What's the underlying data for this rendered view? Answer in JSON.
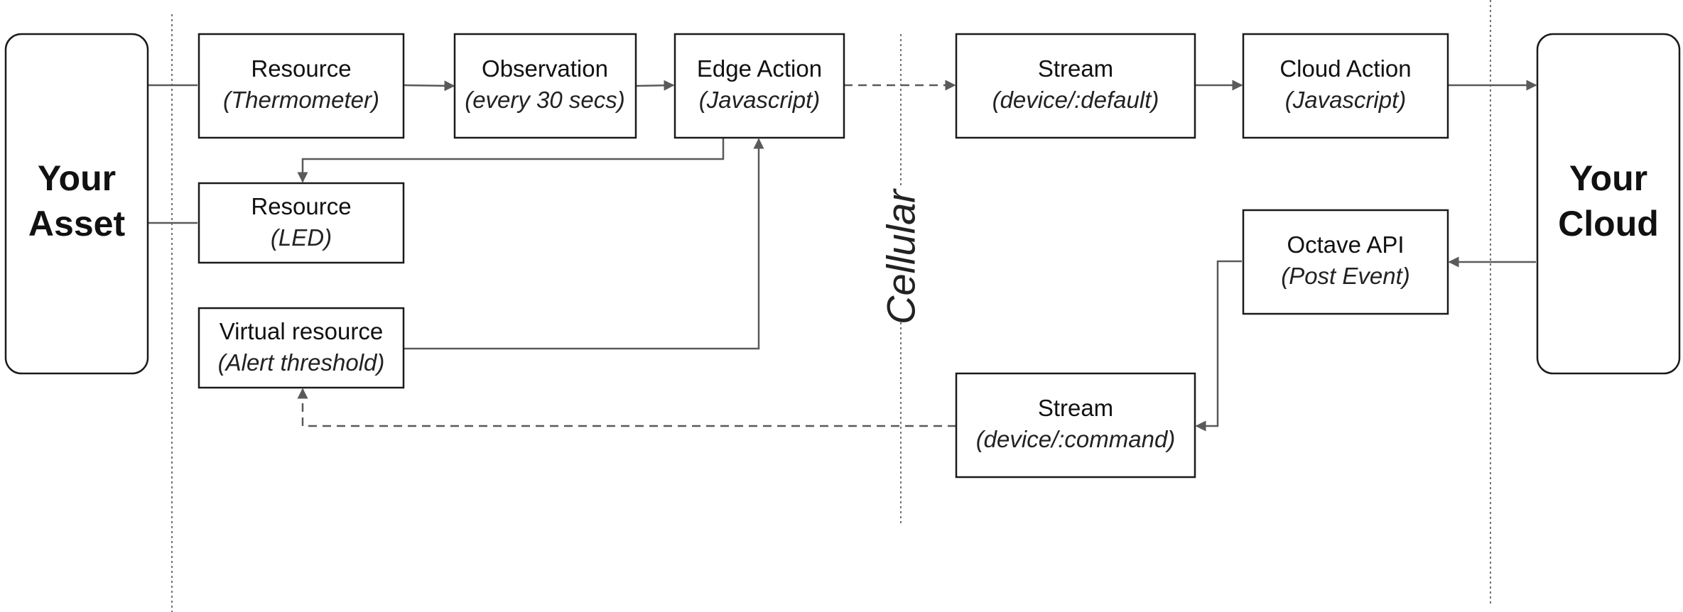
{
  "diagram": {
    "asset": {
      "line1": "Your",
      "line2": "Asset"
    },
    "cloud": {
      "line1": "Your",
      "line2": "Cloud"
    },
    "cellular_label": "Cellular",
    "nodes": {
      "resource_thermometer": {
        "title": "Resource",
        "subtitle": "(Thermometer)"
      },
      "observation": {
        "title": "Observation",
        "subtitle": "(every 30 secs)"
      },
      "edge_action": {
        "title": "Edge Action",
        "subtitle": "(Javascript)"
      },
      "stream_default": {
        "title": "Stream",
        "subtitle": "(device/:default)"
      },
      "cloud_action": {
        "title": "Cloud Action",
        "subtitle": "(Javascript)"
      },
      "resource_led": {
        "title": "Resource",
        "subtitle": "(LED)"
      },
      "virtual_resource": {
        "title": "Virtual resource",
        "subtitle": "(Alert threshold)"
      },
      "octave_api": {
        "title": "Octave API",
        "subtitle": "(Post Event)"
      },
      "stream_command": {
        "title": "Stream",
        "subtitle": "(device/:command)"
      }
    }
  }
}
